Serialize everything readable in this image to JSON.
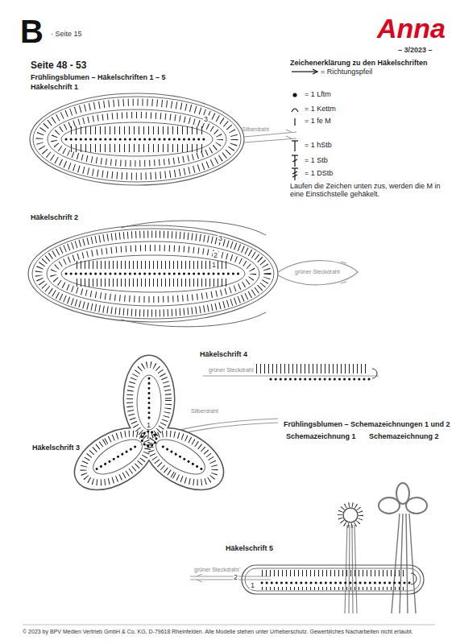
{
  "diagram": {
    "title": "Seite 48 - 53",
    "labels": [
      "B",
      "· Seite 15",
      "Anna",
      "– 3/2023 –",
      "Frühlingsblumen – Häkelschriften 1 – 5",
      "Häkelschrift 1",
      "Silberdraht",
      "3",
      "Zeichenerklärung zu den Häkelschriften",
      "Laufen die Zeichen unten zus, werden die M in eine Einstichstelle gehäkelt.",
      "Häkelschrift 2",
      "grüner Steckdraht",
      "3",
      "2",
      "1",
      "Häkelschrift 4",
      "grüner Steckdraht",
      "Häkelschrift 3",
      "Silberdraht",
      "1",
      "Frühlingsblumen – Schemazeichnungen 1 und 2",
      "Schemazeichnung 1",
      "Schemazeichnung 2",
      "Häkelschrift 5",
      "grüner Steckdraht",
      "2",
      "1",
      "© 2023 by BPV Medien Vertrieb GmbH & Co. KG, D-79618 Rheinfelden. Alle Modelle stehen unter Urheberschutz. Gewerbliches Nacharbeiten nicht erlaubt."
    ],
    "legend": [
      {
        "text": "= Richtungspfeil"
      },
      {
        "text": "= 1 Lftm"
      },
      {
        "text": "= 1 Kettm"
      },
      {
        "text": "= 1 fe M"
      },
      {
        "text": "= 1 hStb"
      },
      {
        "text": "= 1 Stb"
      },
      {
        "text": "= 1 DStb"
      }
    ]
  }
}
